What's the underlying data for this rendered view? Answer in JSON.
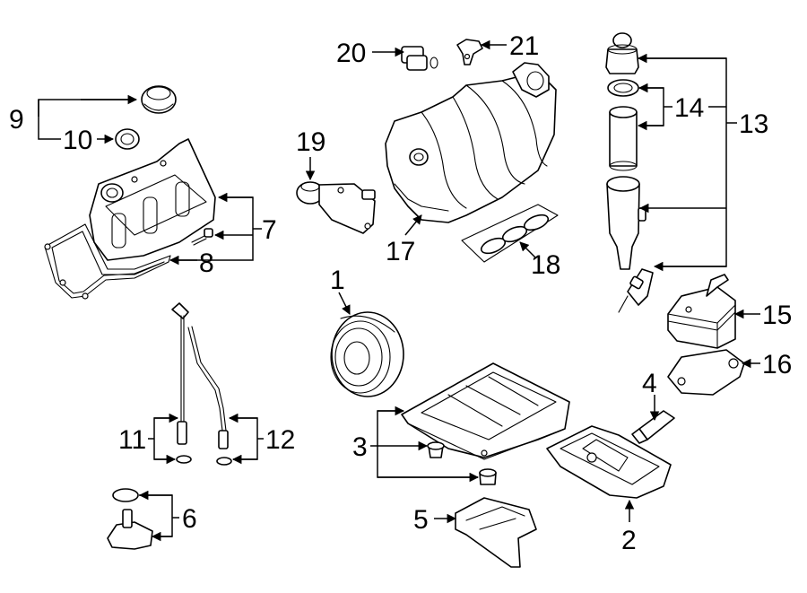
{
  "figure": "Engine components exploded view",
  "callouts": [
    {
      "id": "1",
      "label": "1"
    },
    {
      "id": "2",
      "label": "2"
    },
    {
      "id": "3",
      "label": "3"
    },
    {
      "id": "4",
      "label": "4"
    },
    {
      "id": "5",
      "label": "5"
    },
    {
      "id": "6",
      "label": "6"
    },
    {
      "id": "7",
      "label": "7"
    },
    {
      "id": "8",
      "label": "8"
    },
    {
      "id": "9",
      "label": "9"
    },
    {
      "id": "10",
      "label": "10"
    },
    {
      "id": "11",
      "label": "11"
    },
    {
      "id": "12",
      "label": "12"
    },
    {
      "id": "13",
      "label": "13"
    },
    {
      "id": "14",
      "label": "14"
    },
    {
      "id": "15",
      "label": "15"
    },
    {
      "id": "16",
      "label": "16"
    },
    {
      "id": "17",
      "label": "17"
    },
    {
      "id": "18",
      "label": "18"
    },
    {
      "id": "19",
      "label": "19"
    },
    {
      "id": "20",
      "label": "20"
    },
    {
      "id": "21",
      "label": "21"
    }
  ]
}
